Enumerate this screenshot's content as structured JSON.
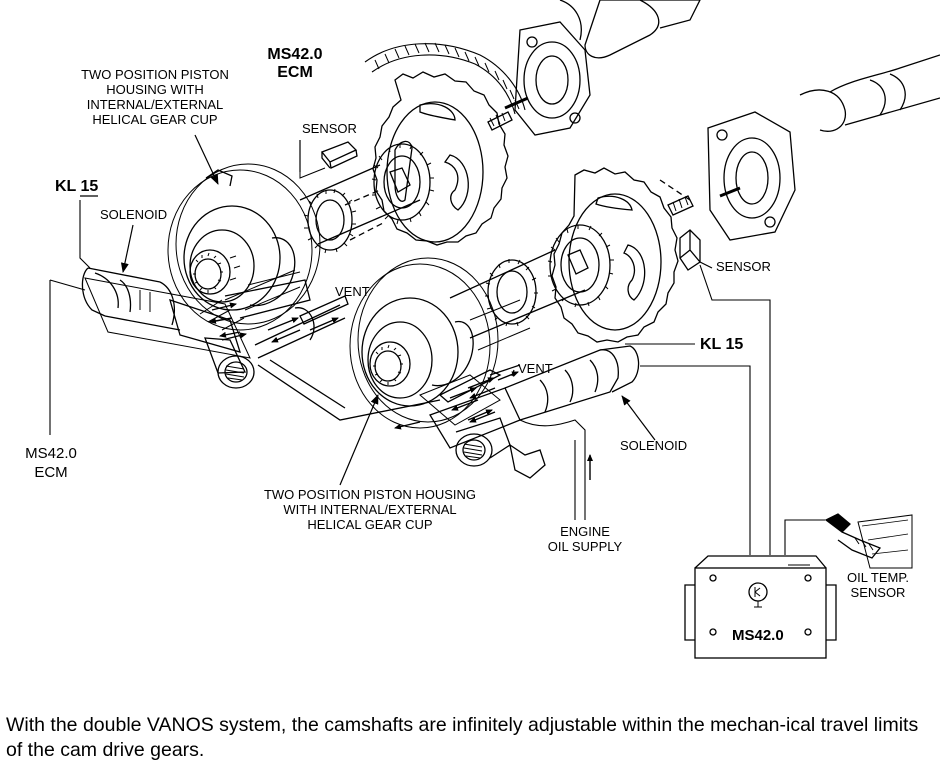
{
  "labels": {
    "ms42_ecm_top": [
      "MS42.0",
      "ECM"
    ],
    "piston_housing_top": [
      "TWO POSITION PISTON",
      "HOUSING WITH",
      "INTERNAL/EXTERNAL",
      "HELICAL GEAR CUP"
    ],
    "sensor_top": "SENSOR",
    "kl15_left": "KL 15",
    "solenoid_left": "SOLENOID",
    "vent_middle": "VENT",
    "sensor_right": "SENSOR",
    "kl15_right": "KL 15",
    "vent_right": "VENT",
    "solenoid_right": "SOLENOID",
    "ms42_ecm_left": [
      "MS42.0",
      "ECM"
    ],
    "piston_housing_bottom": [
      "TWO POSITION PISTON HOUSING",
      "WITH INTERNAL/EXTERNAL",
      "HELICAL GEAR CUP"
    ],
    "engine_oil_supply": [
      "ENGINE",
      "OIL SUPPLY"
    ],
    "ecm_unit": "MS42.0",
    "oil_temp_sensor": [
      "OIL TEMP.",
      "SENSOR"
    ]
  },
  "caption": "With the double VANOS system, the camshafts are infinitely adjustable within the mechan-ical travel limits of the cam drive gears."
}
